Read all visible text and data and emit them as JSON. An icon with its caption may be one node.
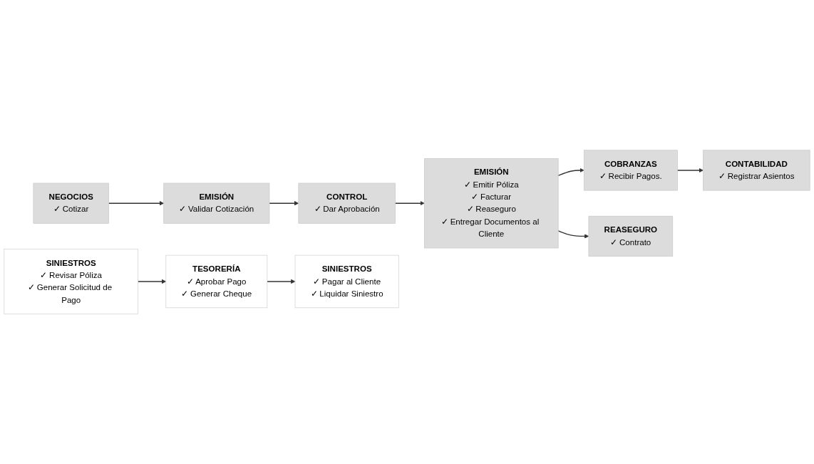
{
  "diagram": {
    "nodes": [
      {
        "text": [
          "NEGOCIOS",
          "✓ Cotizar"
        ]
      },
      {
        "text": [
          "EMISIÓN",
          "✓ Validar Cotización"
        ]
      },
      {
        "text": [
          "CONTROL",
          "✓ Dar Aprobación"
        ]
      },
      {
        "text": [
          "EMISIÓN",
          "✓ Emitir Póliza",
          "✓ Facturar",
          "✓ Reaseguro",
          "✓ Entregar Documentos al Cliente"
        ]
      },
      {
        "text": [
          "CONTABILIDAD",
          "✓ Registrar Asientos"
        ]
      },
      {
        "text": [
          "COBRANZAS",
          "✓ Recibir Pagos."
        ]
      },
      {
        "text": [
          "REASEGURO",
          "✓ Contrato"
        ]
      },
      {
        "text": [
          "SINIESTROS",
          "✓ Revisar Póliza",
          "✓ Generar Solicitud de Pago"
        ]
      },
      {
        "text": [
          "TESORERÍA",
          "✓ Aprobar Pago",
          "✓ Generar Cheque"
        ]
      },
      {
        "text": [
          "SINIESTROS",
          "✓ Pagar al Cliente",
          "✓ Liquidar Siniestro"
        ]
      }
    ],
    "edges": [
      {
        "from": 0,
        "to": 1,
        "arrow": "to"
      },
      {
        "from": 1,
        "to": 2,
        "arrow": "to"
      },
      {
        "from": 2,
        "to": 3,
        "arrow": "to"
      },
      {
        "from": 3,
        "to": 5,
        "arrow": "to"
      },
      {
        "from": 5,
        "to": 4,
        "arrow": "to"
      },
      {
        "from": 3,
        "to": 6,
        "arrow": "to"
      },
      {
        "from": 7,
        "to": 8,
        "arrow": "to"
      },
      {
        "from": 8,
        "to": 9,
        "arrow": "to"
      }
    ]
  }
}
